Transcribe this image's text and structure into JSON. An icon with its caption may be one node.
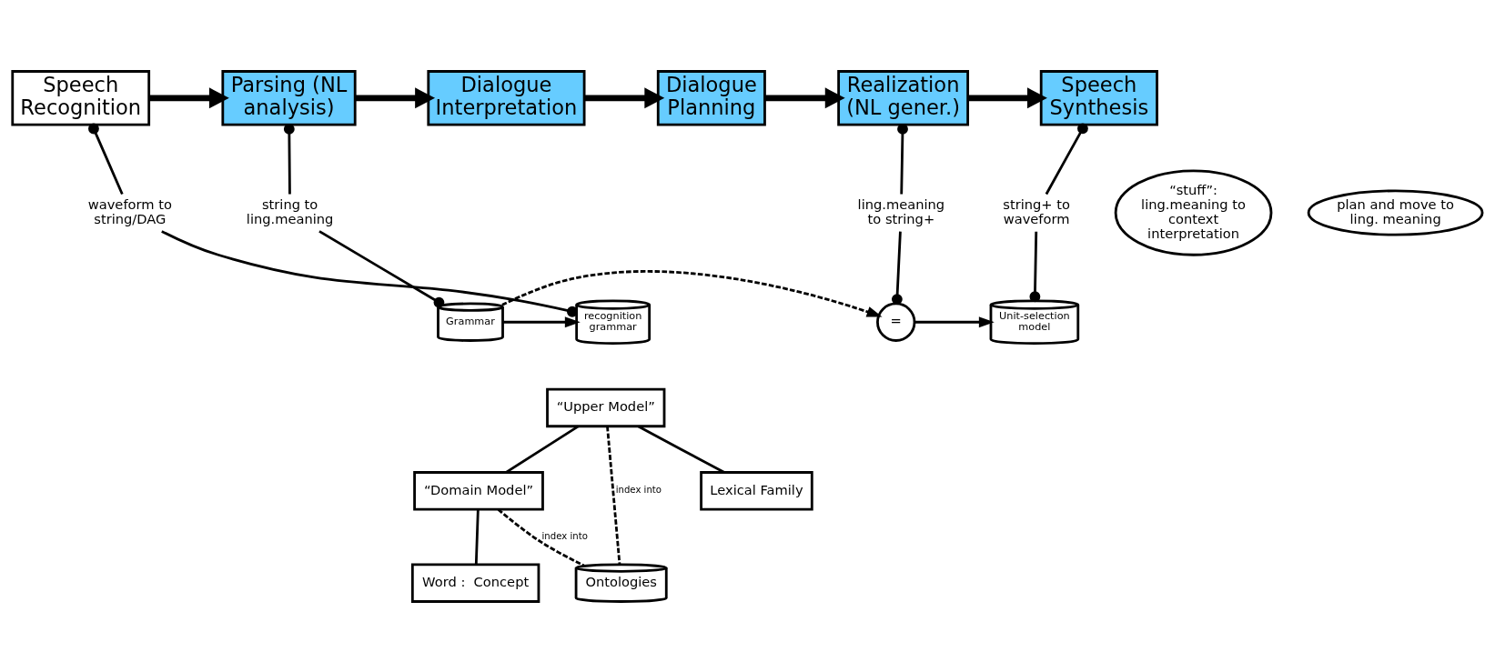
{
  "diagram": {
    "nodes": [
      {
        "text": [
          "Speech Recognition"
        ]
      },
      {
        "text": [
          "Parsing (NL analysis)"
        ]
      },
      {
        "text": [
          "Dialogue Interpretation"
        ]
      },
      {
        "text": [
          "Dialogue Planning"
        ]
      },
      {
        "text": [
          "Realization (NL gener.)"
        ]
      },
      {
        "text": [
          "Speech Synthesis"
        ]
      },
      {
        "text": [
          "waveform to string/DAG"
        ]
      },
      {
        "text": [
          "string to ling.meaning"
        ]
      },
      {
        "text": [
          "“stuff”: ling.meaning to context interpretation"
        ]
      },
      {
        "text": [
          "plan and move to ling. meaning"
        ]
      },
      {
        "text": [
          "ling.meaning to string+"
        ]
      },
      {
        "text": [
          "string+ to waveform"
        ]
      },
      {
        "text": [
          "recognition grammar"
        ]
      },
      {
        "text": [
          "Grammar"
        ]
      },
      {
        "text": [
          "="
        ]
      },
      {
        "text": [
          "Unit-selection model"
        ]
      },
      {
        "text": [
          "“Upper Model”"
        ]
      },
      {
        "text": [
          "Lexical Family"
        ]
      },
      {
        "text": [
          "“Domain Model”"
        ]
      },
      {
        "text": [
          "Word :  Concept"
        ]
      },
      {
        "text": [
          "Ontologies"
        ]
      }
    ],
    "edges": [
      {
        "from": 0,
        "to": 1,
        "arrow": "to",
        "style": "thick"
      },
      {
        "from": 1,
        "to": 2,
        "arrow": "to",
        "style": "thick"
      },
      {
        "from": 2,
        "to": 3,
        "arrow": "to",
        "style": "thick"
      },
      {
        "from": 3,
        "to": 4,
        "arrow": "to",
        "style": "thick"
      },
      {
        "from": 4,
        "to": 5,
        "arrow": "to",
        "style": "thick"
      },
      {
        "from": 6,
        "to": 0,
        "arrow": "other"
      },
      {
        "from": 6,
        "to": 12,
        "arrow": "other"
      },
      {
        "from": 7,
        "to": 1,
        "arrow": "other"
      },
      {
        "from": 7,
        "to": 13,
        "arrow": "other"
      },
      {
        "from": 10,
        "to": 4,
        "arrow": "other"
      },
      {
        "from": 10,
        "to": 14,
        "arrow": "other"
      },
      {
        "from": 11,
        "to": 5,
        "arrow": "other"
      },
      {
        "from": 11,
        "to": 15,
        "arrow": "other"
      },
      {
        "from": 13,
        "to": 12,
        "arrow": "to"
      },
      {
        "from": 13,
        "to": 14,
        "arrow": "to",
        "style": "dashed"
      },
      {
        "from": 14,
        "to": 15,
        "arrow": "to"
      },
      {
        "from": 16,
        "to": 17,
        "arrow": "none"
      },
      {
        "from": 16,
        "to": 18,
        "arrow": "none"
      },
      {
        "from": 18,
        "to": 19,
        "arrow": "none"
      },
      {
        "from": 16,
        "to": 20,
        "arrow": "none",
        "label": "index into",
        "style": "dashed"
      },
      {
        "from": 18,
        "to": 20,
        "arrow": "none",
        "label": "index into",
        "style": "dashed"
      }
    ]
  }
}
